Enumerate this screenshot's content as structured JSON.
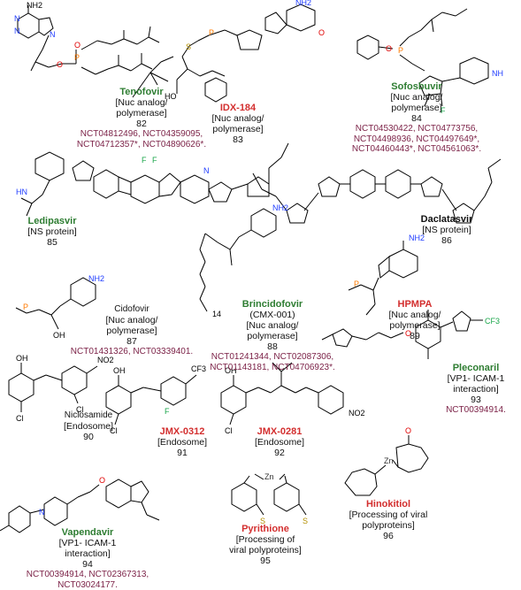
{
  "compounds": [
    {
      "id": "tenofovir",
      "name": "Tenofovir",
      "target": "[Nuc analog/\npolymerase]",
      "number": "82",
      "trials": "NCT04812496, NCT04359095,\nNCT04712357*, NCT04890626*."
    },
    {
      "id": "idx184",
      "name": "IDX-184",
      "target": "[Nuc analog/\npolymerase]",
      "number": "83",
      "trials": ""
    },
    {
      "id": "sofosbuvir",
      "name": "Sofosbuvir",
      "target": "[Nuc analog/\npolymerase]",
      "number": "84",
      "trials": "NCT04530422, NCT04773756,\nNCT04498936, NCT04497649*,\nNCT04460443*, NCT04561063*."
    },
    {
      "id": "ledipasvir",
      "name": "Ledipasvir",
      "target": "[NS protein]",
      "number": "85",
      "trials": ""
    },
    {
      "id": "daclatasvir",
      "name": "Daclatasvir",
      "target": "[NS protein]",
      "number": "86",
      "trials": ""
    },
    {
      "id": "cidofovir",
      "name": "Cidofovir",
      "target": "[Nuc analog/\npolymerase]",
      "number": "87",
      "trials": "NCT01431326, NCT03339401."
    },
    {
      "id": "brincidofovir",
      "name": "Brincidofovir",
      "subtitle": "(CMX-001)",
      "target": "[Nuc analog/\npolymerase]",
      "number": "88",
      "trials": "NCT01241344, NCT02087306,\nNCT01143181, NCT04706923*."
    },
    {
      "id": "hpmpa",
      "name": "HPMPA",
      "target": "[Nuc analog/\npolymerase]",
      "number": "89",
      "trials": ""
    },
    {
      "id": "niclosamide",
      "name": "Niclosamide",
      "target": "[Endosome]",
      "number": "90",
      "trials": ""
    },
    {
      "id": "jmx0312",
      "name": "JMX-0312",
      "target": "[Endosome]",
      "number": "91",
      "trials": ""
    },
    {
      "id": "jmx0281",
      "name": "JMX-0281",
      "target": "[Endosome]",
      "number": "92",
      "trials": ""
    },
    {
      "id": "pleconaril",
      "name": "Pleconaril",
      "target": "[VP1- ICAM-1\ninteraction]",
      "number": "93",
      "trials": "NCT00394914."
    },
    {
      "id": "vapendavir",
      "name": "Vapendavir",
      "target": "[VP1- ICAM-1\ninteraction]",
      "number": "94",
      "trials": "NCT00394914, NCT02367313,\nNCT03024177."
    },
    {
      "id": "pyrithione",
      "name": "Pyrithione",
      "target": "[Processing of\nviral polyproteins]",
      "number": "95",
      "trials": ""
    },
    {
      "id": "hinokitiol",
      "name": "Hinokitiol",
      "target": "[Processing of viral\npolyproteins]",
      "number": "96",
      "trials": ""
    }
  ],
  "atom_labels": {
    "nh2": "NH2",
    "n": "N",
    "o": "O",
    "p": "P",
    "s": "S",
    "f": "F",
    "cl": "Cl",
    "no2": "NO2",
    "hn": "HN",
    "nh": "NH",
    "h": "H",
    "oh": "OH",
    "ho": "HO",
    "zn": "Zn",
    "cf3": "CF3",
    "subscript14": "14"
  },
  "colors": {
    "name_green": "#2e7d32",
    "name_red": "#d32f2f",
    "trial_ids": "#7a1f45",
    "nitrogen": "#1f3cff",
    "oxygen": "#e00000",
    "sulfur": "#b38f00",
    "phosphorus": "#ff7a00",
    "fluorine": "#1aa64a"
  }
}
